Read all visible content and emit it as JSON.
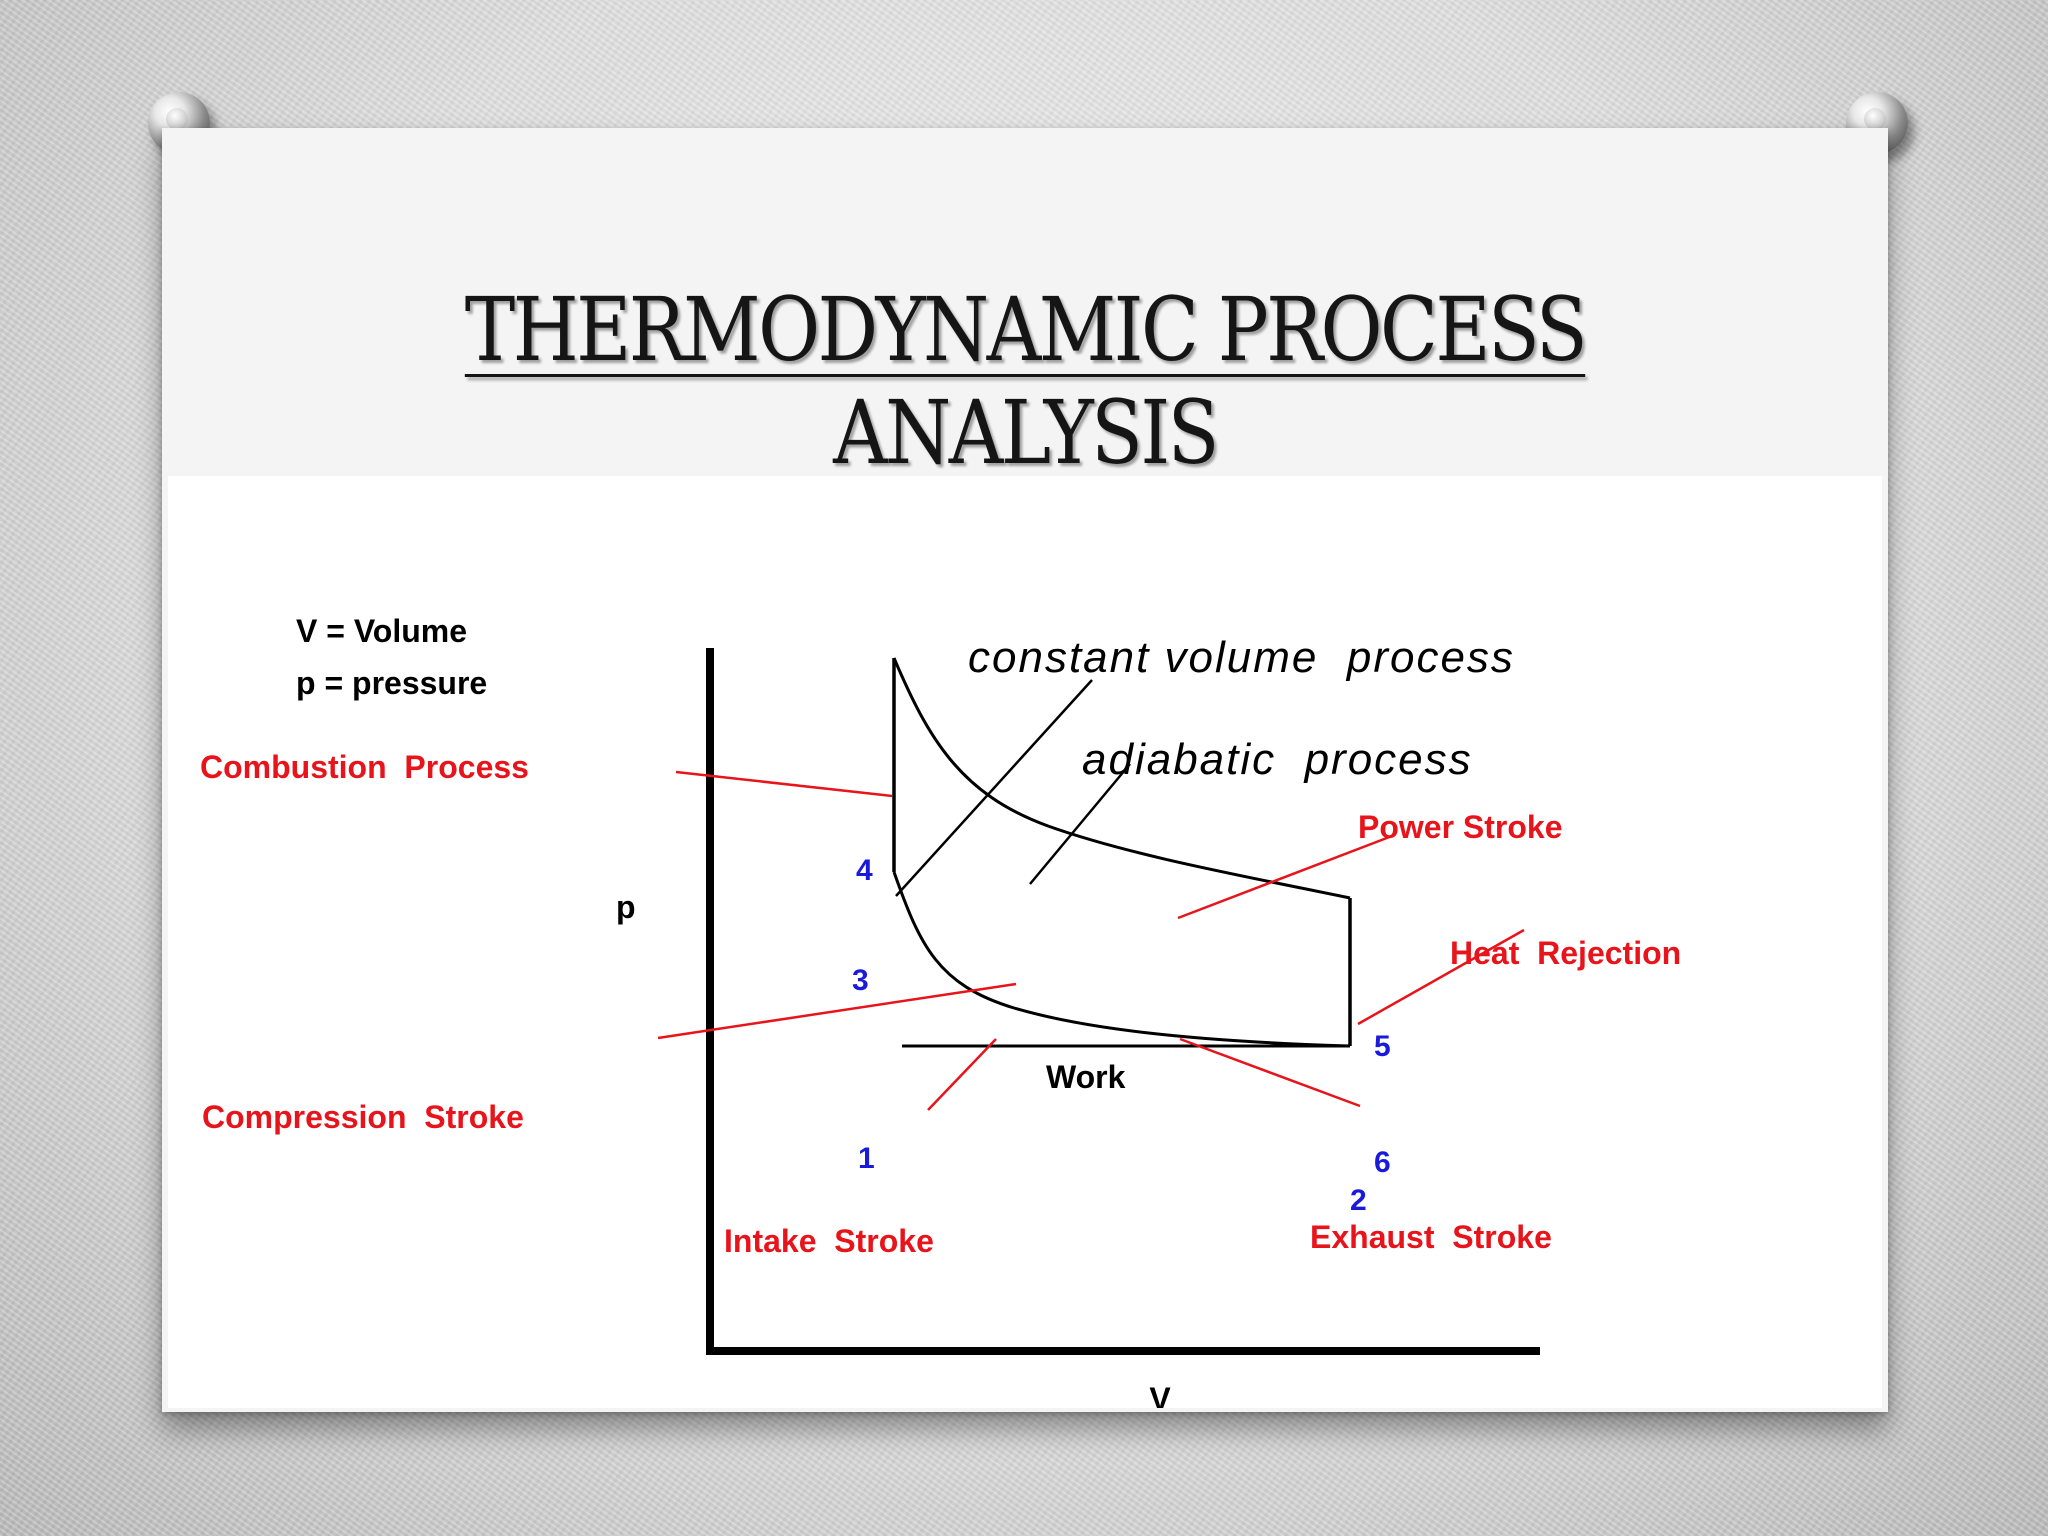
{
  "slide": {
    "title": "THERMODYNAMIC PROCESS ANALYSIS"
  },
  "diagram": {
    "legend": {
      "volume": "V = Volume",
      "pressure": "p = pressure"
    },
    "axes": {
      "x_label": "V",
      "y_label": "p"
    },
    "process_labels": {
      "constant_volume": "constant volume  process",
      "adiabatic": "adiabatic  process"
    },
    "stroke_labels": {
      "combustion": "Combustion  Process",
      "power": "Power Stroke",
      "heat_rejection": "Heat  Rejection",
      "compression": "Compression  Stroke",
      "intake": "Intake  Stroke",
      "exhaust": "Exhaust  Stroke"
    },
    "work_label": "Work",
    "points": {
      "p1": "1",
      "p2": "2",
      "p3": "3",
      "p4": "4",
      "p5": "5",
      "p6": "6"
    },
    "colors": {
      "label": "#e8141b",
      "point": "#1a1adb",
      "line": "#000000"
    }
  }
}
